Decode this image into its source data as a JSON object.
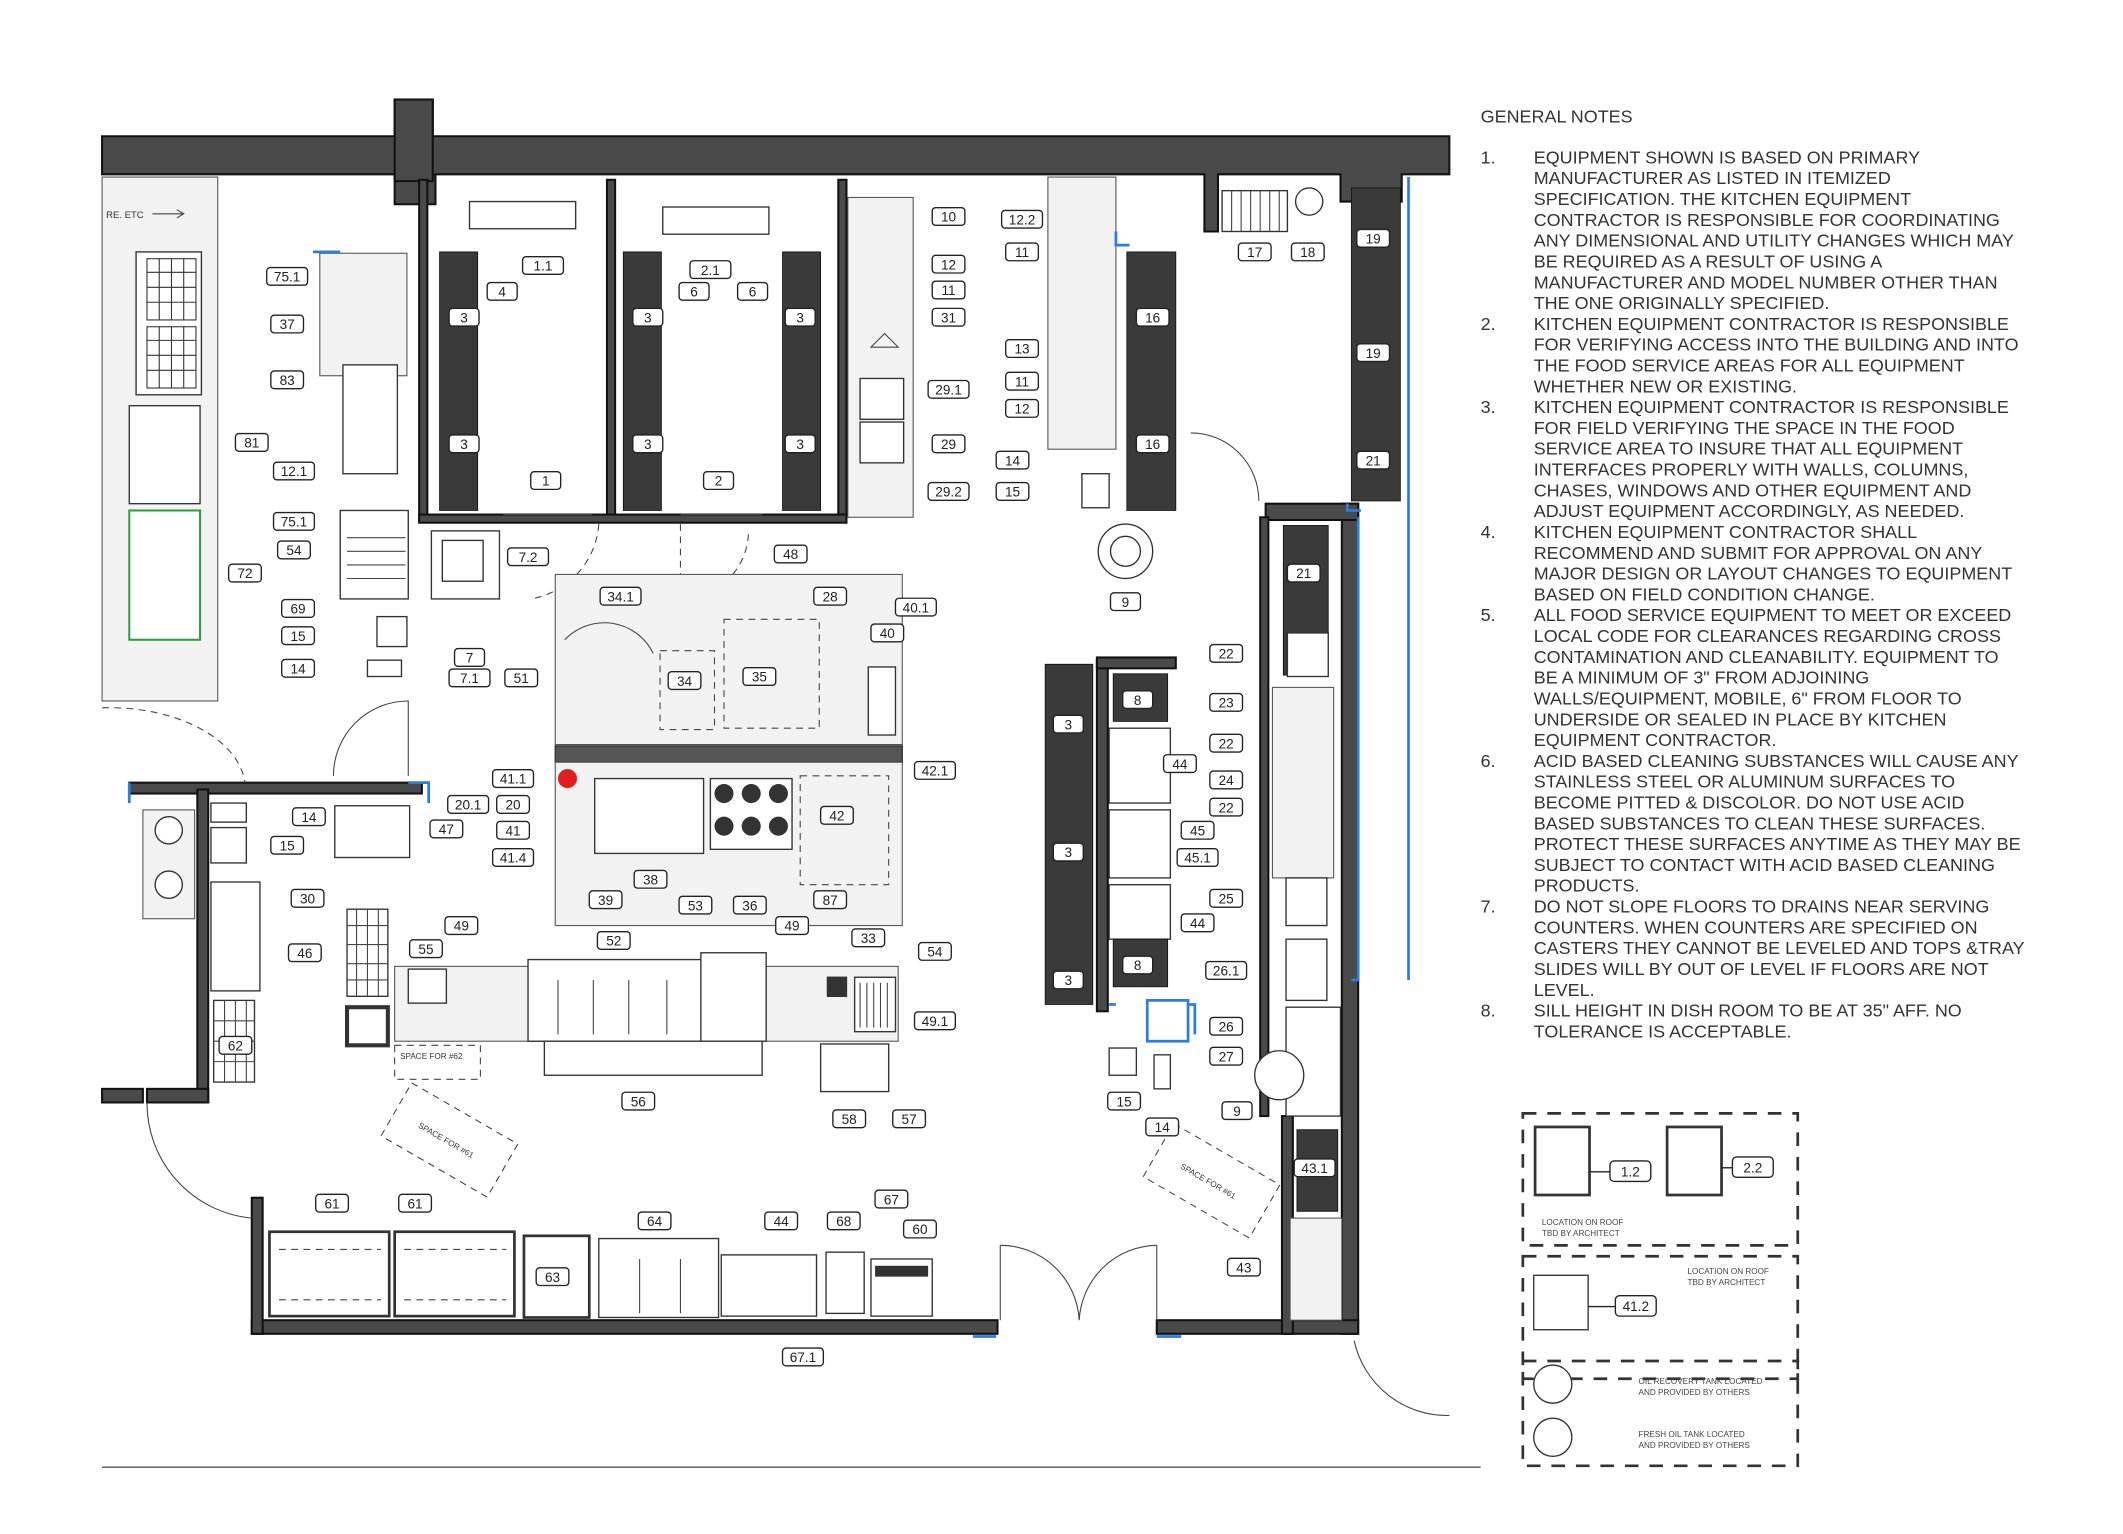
{
  "general_notes": {
    "title": "GENERAL NOTES",
    "items": [
      {
        "num": "1.",
        "lines": [
          "EQUIPMENT SHOWN IS BASED ON PRIMARY",
          "MANUFACTURER AS LISTED IN ITEMIZED",
          "SPECIFICATION. THE KITCHEN EQUIPMENT",
          "CONTRACTOR IS RESPONSIBLE FOR COORDINATING",
          "ANY DIMENSIONAL AND UTILITY CHANGES WHICH MAY",
          "BE REQUIRED AS A RESULT OF USING A",
          "MANUFACTURER AND MODEL NUMBER OTHER THAN",
          "THE ONE ORIGINALLY SPECIFIED."
        ]
      },
      {
        "num": "2.",
        "lines": [
          "KITCHEN EQUIPMENT CONTRACTOR IS RESPONSIBLE",
          "FOR VERIFYING ACCESS INTO THE BUILDING AND INTO",
          "THE FOOD SERVICE AREAS FOR ALL EQUIPMENT",
          "WHETHER NEW OR EXISTING."
        ]
      },
      {
        "num": "3.",
        "lines": [
          "KITCHEN EQUIPMENT CONTRACTOR IS RESPONSIBLE",
          "FOR FIELD VERIFYING THE SPACE IN THE FOOD",
          "SERVICE AREA TO INSURE THAT ALL EQUIPMENT",
          "INTERFACES PROPERLY WITH WALLS, COLUMNS,",
          "CHASES, WINDOWS AND OTHER EQUIPMENT AND",
          "ADJUST EQUIPMENT ACCORDINGLY, AS NEEDED."
        ]
      },
      {
        "num": "4.",
        "lines": [
          "KITCHEN EQUIPMENT CONTRACTOR SHALL",
          "RECOMMEND AND SUBMIT FOR APPROVAL ON ANY",
          "MAJOR DESIGN OR LAYOUT CHANGES TO EQUIPMENT",
          "BASED ON FIELD CONDITION CHANGE."
        ]
      },
      {
        "num": "5.",
        "lines": [
          "ALL FOOD SERVICE EQUIPMENT TO MEET OR EXCEED",
          "LOCAL CODE FOR CLEARANCES REGARDING CROSS",
          "CONTAMINATION AND CLEANABILITY. EQUIPMENT TO",
          "BE A MINIMUM OF 3\" FROM ADJOINING",
          "WALLS/EQUIPMENT, MOBILE, 6\" FROM FLOOR TO",
          "UNDERSIDE OR SEALED IN PLACE BY KITCHEN",
          "EQUIPMENT CONTRACTOR."
        ]
      },
      {
        "num": "6.",
        "lines": [
          "ACID BASED CLEANING SUBSTANCES WILL CAUSE ANY",
          "STAINLESS STEEL OR ALUMINUM SURFACES TO",
          "BECOME PITTED & DISCOLOR. DO NOT USE ACID",
          "BASED SUBSTANCES TO CLEAN THESE SURFACES.",
          "PROTECT THESE SURFACES ANYTIME AS THEY MAY BE",
          "SUBJECT TO CONTACT WITH ACID BASED CLEANING",
          "PRODUCTS."
        ]
      },
      {
        "num": "7.",
        "lines": [
          "DO NOT SLOPE FLOORS TO DRAINS NEAR SERVING",
          "COUNTERS. WHEN COUNTERS ARE SPECIFIED ON",
          "CASTERS THEY CANNOT BE LEVELED AND TOPS &TRAY",
          "SLIDES WILL BY OUT OF LEVEL IF FLOORS ARE NOT",
          "LEVEL."
        ]
      },
      {
        "num": "8.",
        "lines": [
          "SILL HEIGHT IN DISH ROOM TO BE AT 35\" AFF. NO",
          "TOLERANCE IS ACCEPTABLE."
        ]
      }
    ]
  },
  "legend": {
    "roof_tag_1": "1.2",
    "roof_tag_2": "2.2",
    "roof_note_1": [
      "LOCATION ON ROOF",
      "TBD BY ARCHITECT"
    ],
    "roof_tag_3": "41.2",
    "roof_note_2": [
      "LOCATION ON ROOF",
      "TBD BY ARCHITECT"
    ],
    "oil_recovery": [
      "OIL RECOVERY TANK LOCATED",
      "AND PROVIDED BY OTHERS"
    ],
    "fresh_oil": [
      "FRESH OIL TANK LOCATED",
      "AND PROVIDED BY OTHERS"
    ]
  },
  "plan_labels": {
    "re_etc": "RE. ETC",
    "space_62": "SPACE FOR #62",
    "space_61_a": "SPACE FOR #61",
    "space_61_b": "SPACE FOR #61"
  },
  "equipment_tags": [
    "1.1",
    "4",
    "3",
    "3",
    "1",
    "2.1",
    "6",
    "6",
    "3",
    "3",
    "3",
    "3",
    "2",
    "10",
    "12",
    "11",
    "31",
    "29.1",
    "29",
    "29.2",
    "12.2",
    "11",
    "13",
    "11",
    "12",
    "14",
    "15",
    "16",
    "16",
    "17",
    "18",
    "19",
    "19",
    "21",
    "21",
    "9",
    "75.1",
    "37",
    "83",
    "81",
    "12.1",
    "75.1",
    "54",
    "72",
    "69",
    "15",
    "14",
    "7.2",
    "7",
    "7.1",
    "51",
    "48",
    "34.1",
    "28",
    "40.1",
    "40",
    "34",
    "35",
    "22",
    "23",
    "8",
    "22",
    "44",
    "24",
    "22",
    "3",
    "3",
    "3",
    "45",
    "45.1",
    "25",
    "44",
    "8",
    "26.1",
    "26",
    "27",
    "15",
    "14",
    "9",
    "43.1",
    "43",
    "41.1",
    "42.1",
    "20.1",
    "20",
    "41",
    "41.4",
    "42",
    "39",
    "38",
    "53",
    "36",
    "87",
    "49",
    "49",
    "52",
    "33",
    "54",
    "55",
    "46",
    "49.1",
    "14",
    "15",
    "47",
    "30",
    "62",
    "56",
    "58",
    "57",
    "61",
    "61",
    "64",
    "44",
    "68",
    "67",
    "60",
    "63",
    "67.1"
  ],
  "colors": {
    "wall": "#4a4a4a",
    "accent_blue": "#2a7de1",
    "magenta": "#d63bd6",
    "green": "#2e9e3e",
    "red": "#e02020"
  }
}
